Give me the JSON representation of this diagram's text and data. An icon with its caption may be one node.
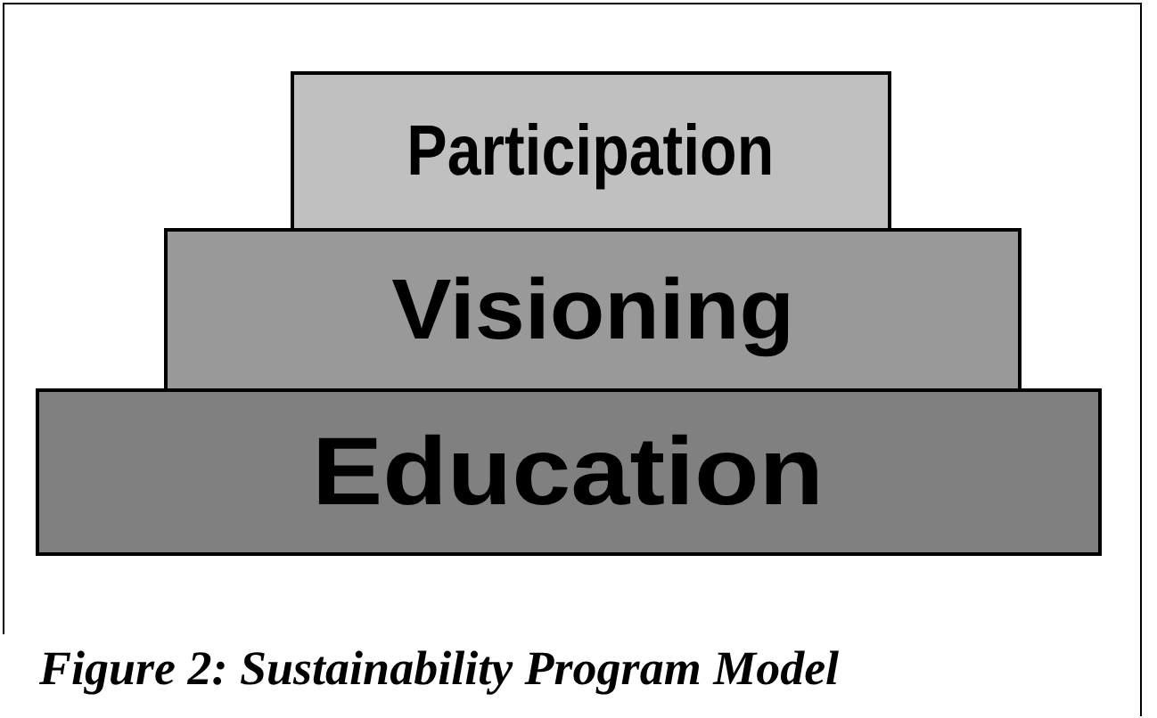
{
  "diagram": {
    "caption": "Figure 2: Sustainability Program Model",
    "nodes": [
      {
        "text": [
          "Participation"
        ]
      },
      {
        "text": [
          "Visioning"
        ]
      },
      {
        "text": [
          "Education"
        ]
      }
    ]
  }
}
